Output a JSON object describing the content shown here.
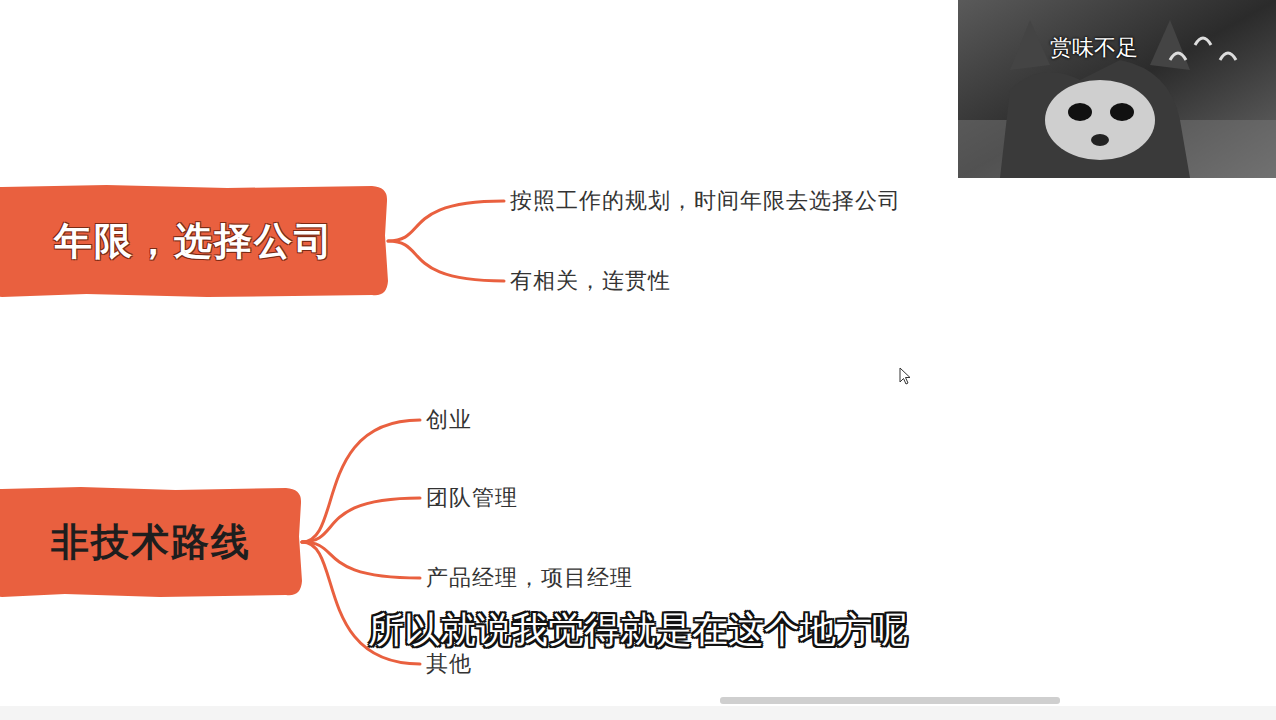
{
  "diagram": {
    "nodes": [
      {
        "text": [
          "年限，选择公司"
        ]
      },
      {
        "text": [
          "按照工作的规划，时间年限去选择公司"
        ]
      },
      {
        "text": [
          "有相关，连贯性"
        ]
      },
      {
        "text": [
          "非技术路线"
        ]
      },
      {
        "text": [
          "创业"
        ]
      },
      {
        "text": [
          "团队管理"
        ]
      },
      {
        "text": [
          "产品经理，项目经理"
        ]
      },
      {
        "text": [
          "其他"
        ]
      }
    ],
    "edges": [
      {
        "from": 0,
        "to": 1,
        "arrow": "none"
      },
      {
        "from": 0,
        "to": 2,
        "arrow": "none"
      },
      {
        "from": 3,
        "to": 4,
        "arrow": "none"
      },
      {
        "from": 3,
        "to": 5,
        "arrow": "none"
      },
      {
        "from": 3,
        "to": 6,
        "arrow": "none"
      },
      {
        "from": 3,
        "to": 7,
        "arrow": "none"
      }
    ],
    "labels": [
      "赏味不足",
      "所以就说我觉得就是在这个地方呢"
    ]
  }
}
